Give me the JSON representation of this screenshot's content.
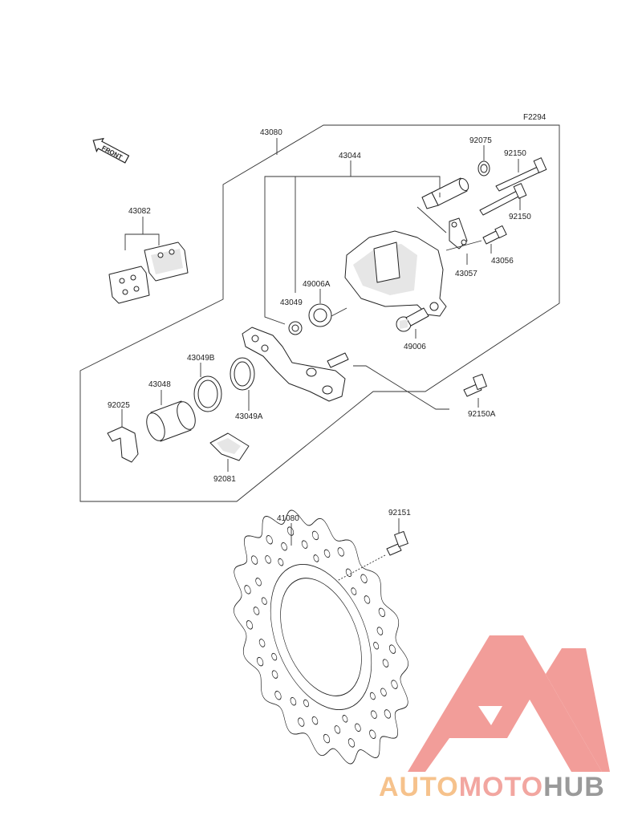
{
  "figure_code": "F2294",
  "front_badge": "FRONT",
  "parts": {
    "p43080": "43080",
    "p43044": "43044",
    "p92075": "92075",
    "p92150_a": "92150",
    "p92150_b": "92150",
    "p43082": "43082",
    "p43057": "43057",
    "p43056": "43056",
    "p49006A": "49006A",
    "p43049": "43049",
    "p49006": "49006",
    "p43049B": "43049B",
    "p43048": "43048",
    "p92025": "92025",
    "p43049A": "43049A",
    "p92150A": "92150A",
    "p92081": "92081",
    "p41080": "41080",
    "p92151": "92151"
  },
  "watermark": {
    "brand_part1": "AUTO",
    "brand_part2": "MOTO",
    "brand_part3": "HUB",
    "colors": {
      "auto": "#f6c28c",
      "moto": "#f2a6a0",
      "hub": "#9a9a9a",
      "logo": "#f08d88"
    }
  }
}
